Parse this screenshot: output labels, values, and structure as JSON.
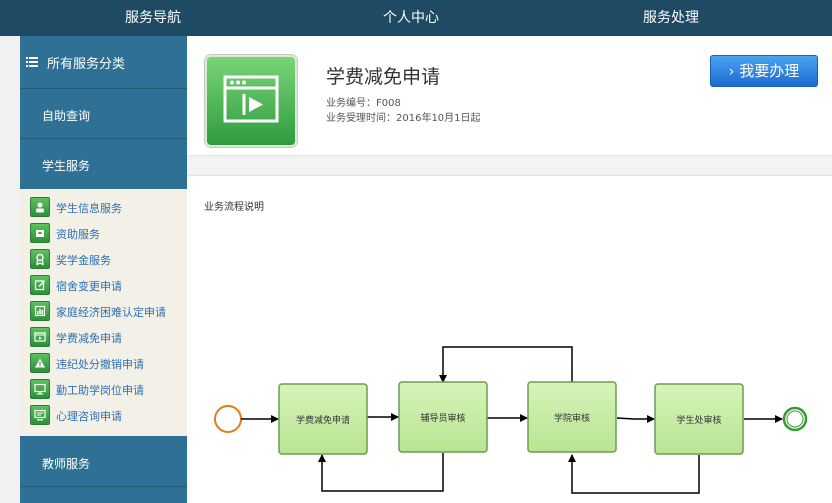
{
  "topnav": {
    "items": [
      "服务导航",
      "个人中心",
      "服务处理"
    ]
  },
  "sidebar": {
    "all_categories": "所有服务分类",
    "self_query": "自助查询",
    "student_services": "学生服务",
    "sub_items": [
      {
        "label": "学生信息服务",
        "icon": "person-icon"
      },
      {
        "label": "资助服务",
        "icon": "wallet-icon"
      },
      {
        "label": "奖学金服务",
        "icon": "award-icon"
      },
      {
        "label": "宿舍变更申请",
        "icon": "edit-icon"
      },
      {
        "label": "家庭经济困难认定申请",
        "icon": "bar-chart-icon"
      },
      {
        "label": "学费减免申请",
        "icon": "media-window-icon"
      },
      {
        "label": "违纪处分撤销申请",
        "icon": "warning-icon"
      },
      {
        "label": "勤工助学岗位申请",
        "icon": "monitor-icon"
      },
      {
        "label": "心理咨询申请",
        "icon": "monitor-chat-icon"
      }
    ],
    "teacher_services": "教师服务"
  },
  "service": {
    "title": "学费减免申请",
    "code": "业务编号：F008",
    "accept_time": "业务受理时间：2016年10月1日起",
    "action_label": "我要办理",
    "icon": "media-window-icon"
  },
  "flow": {
    "label": "业务流程说明",
    "nodes": [
      "学费减免申请",
      "辅导员审核",
      "学院审核",
      "学生处审核"
    ],
    "colors": {
      "start": "#e07b20",
      "end": "#3a9a2f",
      "node_fill": "#c9eda6",
      "node_border": "#6a9e4f"
    }
  },
  "colors": {
    "topnav": "#1f4a63",
    "sidebar_header": "#2e7194",
    "accent_button": "#1c6bd0",
    "link": "#2d6fb4"
  }
}
